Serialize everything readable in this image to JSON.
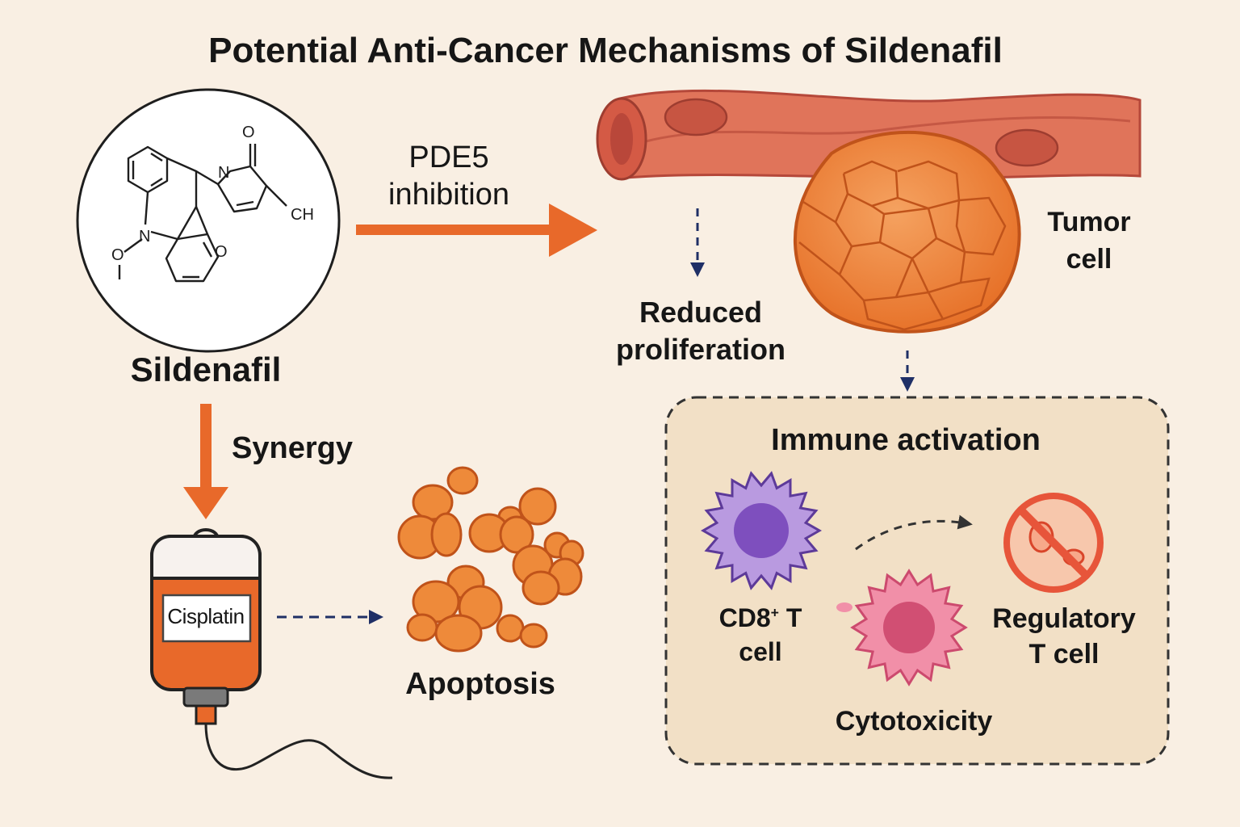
{
  "title": "Potential Anti-Cancer Mechanisms of Sildenafil",
  "drug": {
    "name": "Sildenafil",
    "atoms": {
      "o_top": "O",
      "n_pyr": "N",
      "ch": "CH",
      "n_ring": "N",
      "o_methoxy": "O",
      "o_ring": "O"
    }
  },
  "pde5": {
    "line1": "PDE5",
    "line2": "inhibition"
  },
  "tumor": {
    "line1": "Tumor",
    "line2": "cell"
  },
  "reduced": {
    "line1": "Reduced",
    "line2": "proliferation"
  },
  "synergy": "Synergy",
  "cisplatin": "Cisplatin",
  "apoptosis": "Apoptosis",
  "immune": {
    "title": "Immune activation",
    "cd8": {
      "prefix": "CD8",
      "sup": "+",
      "suffix": " T",
      "line2": "cell"
    },
    "treg": {
      "line1": "Regulatory",
      "line2": "T cell"
    },
    "cytotoxicity": "Cytotoxicity"
  },
  "colors": {
    "background": "#f9efe3",
    "orange_arrow": "#e8692a",
    "navy_arrow": "#1f2f66",
    "vessel": "#d9664f",
    "tumor": "#ee8a3a",
    "cd8_cell": "#8a5fc2",
    "cytotoxic_cell": "#e6688a",
    "treg_cell": "#e7553a",
    "immune_panel": "#f2e0c6"
  },
  "icons": [
    "sildenafil-structure-icon",
    "blood-vessel-icon",
    "tumor-cell-icon",
    "iv-bag-icon",
    "apoptotic-cells-icon",
    "cd8-t-cell-icon",
    "cytotoxic-cell-icon",
    "regulatory-t-cell-inhibited-icon"
  ]
}
